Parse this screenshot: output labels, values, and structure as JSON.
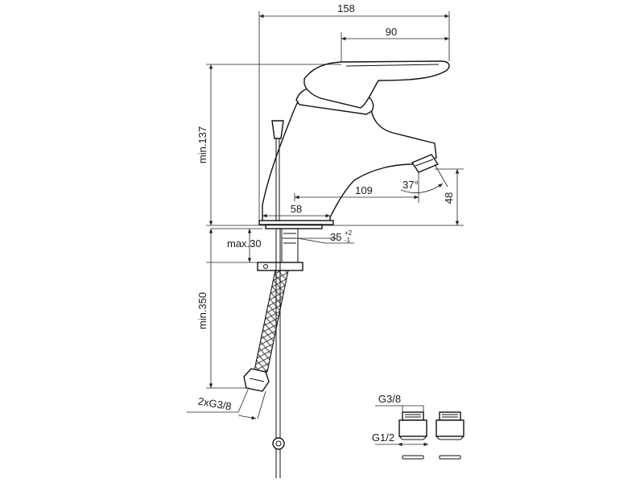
{
  "dimensions": {
    "overall_length": "158",
    "lever_length": "90",
    "min_height": "min.137",
    "spout_reach": "109",
    "base_width": "58",
    "spout_angle": "37°",
    "spout_height": "48",
    "hole_diameter": "35",
    "hole_tol_plus": "+2",
    "hole_tol_minus": "-1",
    "max_deck": "max.30",
    "hose_length": "min.350",
    "hose_thread": "2xG3/8"
  },
  "adapters": {
    "top_thread": "G3/8",
    "bottom_thread": "G1/2"
  },
  "colors": {
    "line": "#111111",
    "background": "#ffffff"
  }
}
